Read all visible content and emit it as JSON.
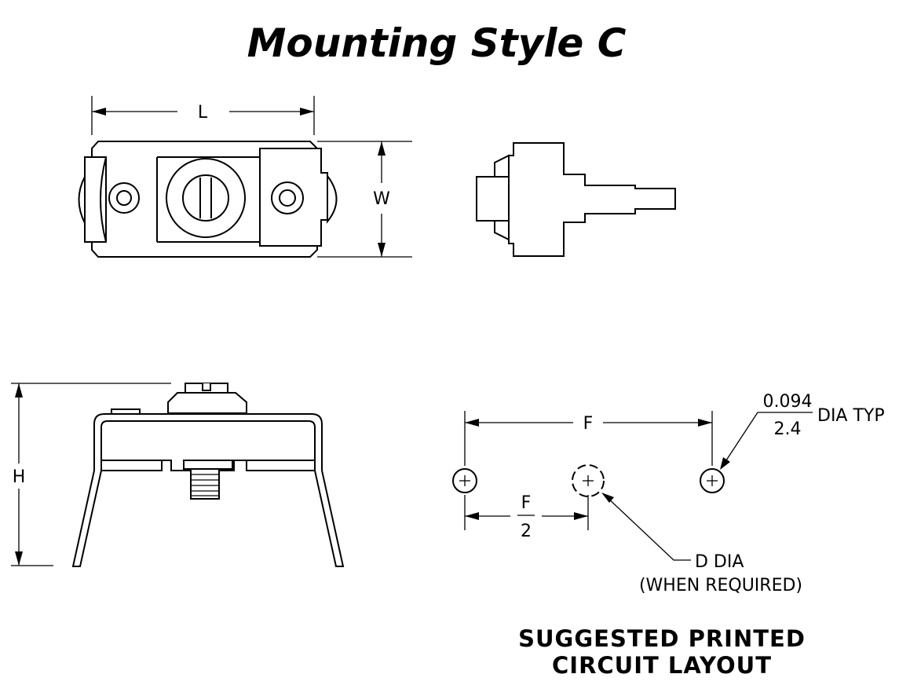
{
  "title": "Mounting Style C",
  "dimensions": {
    "length": "L",
    "width": "W",
    "height": "H",
    "spacing": "F",
    "half_numerator": "F",
    "half_denominator": "2"
  },
  "hole": {
    "diameter_in": "0.094",
    "diameter_mm": "2.4",
    "suffix": "DIA TYP"
  },
  "optional_hole": {
    "label": "D DIA",
    "note": "(WHEN REQUIRED)"
  },
  "caption": {
    "line1": "SUGGESTED PRINTED",
    "line2": "CIRCUIT LAYOUT"
  }
}
